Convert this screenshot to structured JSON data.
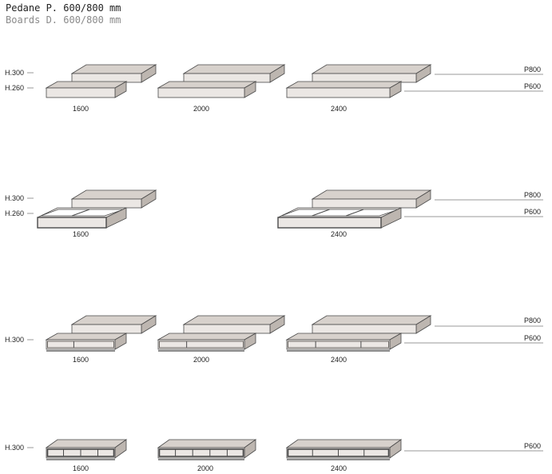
{
  "header": {
    "title": "Pedane P. 600/800 mm",
    "subtitle": "Boards D. 600/800 mm"
  },
  "colors": {
    "face": "#ebe7e4",
    "top": "#d7d1cc",
    "side": "#bdb6b0",
    "stroke": "#4a4a4a",
    "leader": "#9a9a9a",
    "dark": "#6e6a66"
  },
  "rows": [
    {
      "heights": [
        "H.300",
        "H.260"
      ],
      "widths": [
        "1600",
        "2000",
        "2400"
      ],
      "depths": [
        "P800",
        "P600"
      ]
    },
    {
      "heights": [
        "H.300",
        "H.260"
      ],
      "widths": [
        "1600",
        "2400"
      ],
      "depths": [
        "P800",
        "P600"
      ]
    },
    {
      "heights": [
        "H.300"
      ],
      "widths": [
        "1600",
        "2000",
        "2400"
      ],
      "depths": [
        "P800",
        "P600"
      ]
    },
    {
      "heights": [
        "H.300"
      ],
      "widths": [
        "1600",
        "2000",
        "2400"
      ],
      "depths": [
        "P600"
      ]
    }
  ]
}
